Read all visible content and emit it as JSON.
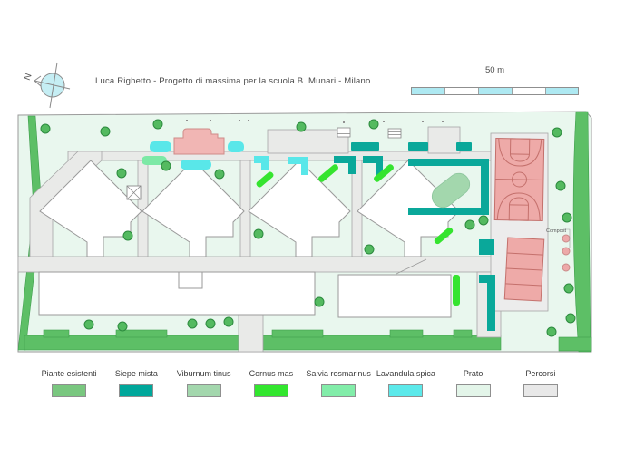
{
  "header": {
    "title": "Luca Righetto - Progetto di massima per la scuola B. Munari - Milano"
  },
  "north": {
    "label": "N"
  },
  "scale_bar": {
    "label": "50 m",
    "segments": 5,
    "segment_color": "#aee9f2"
  },
  "plan": {
    "compost_label": "Compost"
  },
  "legend": {
    "items": [
      {
        "label": "Piante esistenti",
        "color": "#79c77f"
      },
      {
        "label": "Siepe mista",
        "color": "#00a79b"
      },
      {
        "label": "Viburnum tinus",
        "color": "#a3d7ad"
      },
      {
        "label": "Cornus mas",
        "color": "#32e62e"
      },
      {
        "label": "Salvia rosmarinus",
        "color": "#82eda9"
      },
      {
        "label": "Lavandula spica",
        "color": "#5ce9ea"
      },
      {
        "label": "Prato",
        "color": "#e3f5e9"
      },
      {
        "label": "Percorsi",
        "color": "#e8e8e8"
      }
    ]
  },
  "palette": {
    "plan_background": "#e9f7ee",
    "existing_green_band": "#5dbf66",
    "tree_fill": "#54ba60",
    "path_fill": "#e9eae8",
    "court_pink": "#eeaaa8",
    "court_line": "#c4706c",
    "building_fill": "#ffffff",
    "outline_gray": "#9a9a9a"
  }
}
